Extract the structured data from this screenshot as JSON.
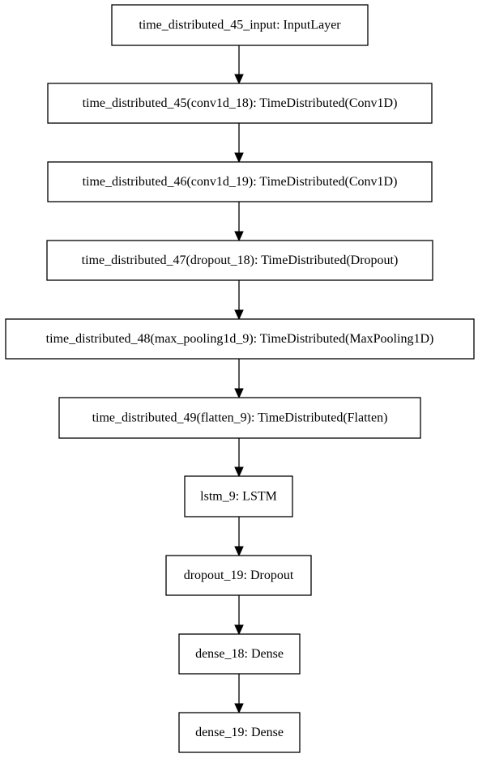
{
  "nodes": [
    {
      "id": "time_distributed_45_input",
      "label": "time_distributed_45_input: InputLayer"
    },
    {
      "id": "time_distributed_45",
      "label": "time_distributed_45(conv1d_18): TimeDistributed(Conv1D)"
    },
    {
      "id": "time_distributed_46",
      "label": "time_distributed_46(conv1d_19): TimeDistributed(Conv1D)"
    },
    {
      "id": "time_distributed_47",
      "label": "time_distributed_47(dropout_18): TimeDistributed(Dropout)"
    },
    {
      "id": "time_distributed_48",
      "label": "time_distributed_48(max_pooling1d_9): TimeDistributed(MaxPooling1D)"
    },
    {
      "id": "time_distributed_49",
      "label": "time_distributed_49(flatten_9): TimeDistributed(Flatten)"
    },
    {
      "id": "lstm_9",
      "label": "lstm_9: LSTM"
    },
    {
      "id": "dropout_19",
      "label": "dropout_19: Dropout"
    },
    {
      "id": "dense_18",
      "label": "dense_18: Dense"
    },
    {
      "id": "dense_19",
      "label": "dense_19: Dense"
    }
  ],
  "edges": [
    {
      "from": "time_distributed_45_input",
      "to": "time_distributed_45"
    },
    {
      "from": "time_distributed_45",
      "to": "time_distributed_46"
    },
    {
      "from": "time_distributed_46",
      "to": "time_distributed_47"
    },
    {
      "from": "time_distributed_47",
      "to": "time_distributed_48"
    },
    {
      "from": "time_distributed_48",
      "to": "time_distributed_49"
    },
    {
      "from": "time_distributed_49",
      "to": "lstm_9"
    },
    {
      "from": "lstm_9",
      "to": "dropout_19"
    },
    {
      "from": "dropout_19",
      "to": "dense_18"
    },
    {
      "from": "dense_18",
      "to": "dense_19"
    }
  ],
  "colors": {
    "stroke": "#000000",
    "fill": "#ffffff",
    "text": "#000000"
  }
}
